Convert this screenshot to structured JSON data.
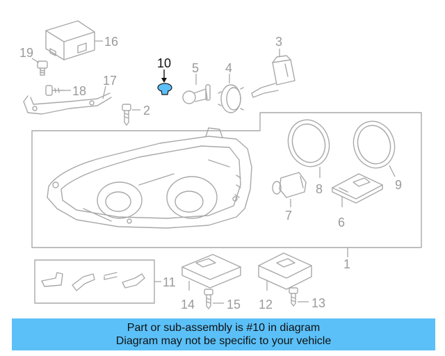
{
  "diagram": {
    "callouts": {
      "p1": "1",
      "p2": "2",
      "p3": "3",
      "p4": "4",
      "p5": "5",
      "p6": "6",
      "p7": "7",
      "p8": "8",
      "p9": "9",
      "p10": "10",
      "p11": "11",
      "p12": "12",
      "p13": "13",
      "p14": "14",
      "p15": "15",
      "p16": "16",
      "p17": "17",
      "p18": "18",
      "p19": "19"
    },
    "highlight_part": "10",
    "colors": {
      "highlight_fill": "#5bc0f8",
      "line_gray": "#a8a8a8",
      "banner_bg": "#5bc0f8"
    }
  },
  "banner": {
    "line1": "Part or sub-assembly is #10 in diagram",
    "line2": "Diagram may not be specific to your vehicle"
  }
}
